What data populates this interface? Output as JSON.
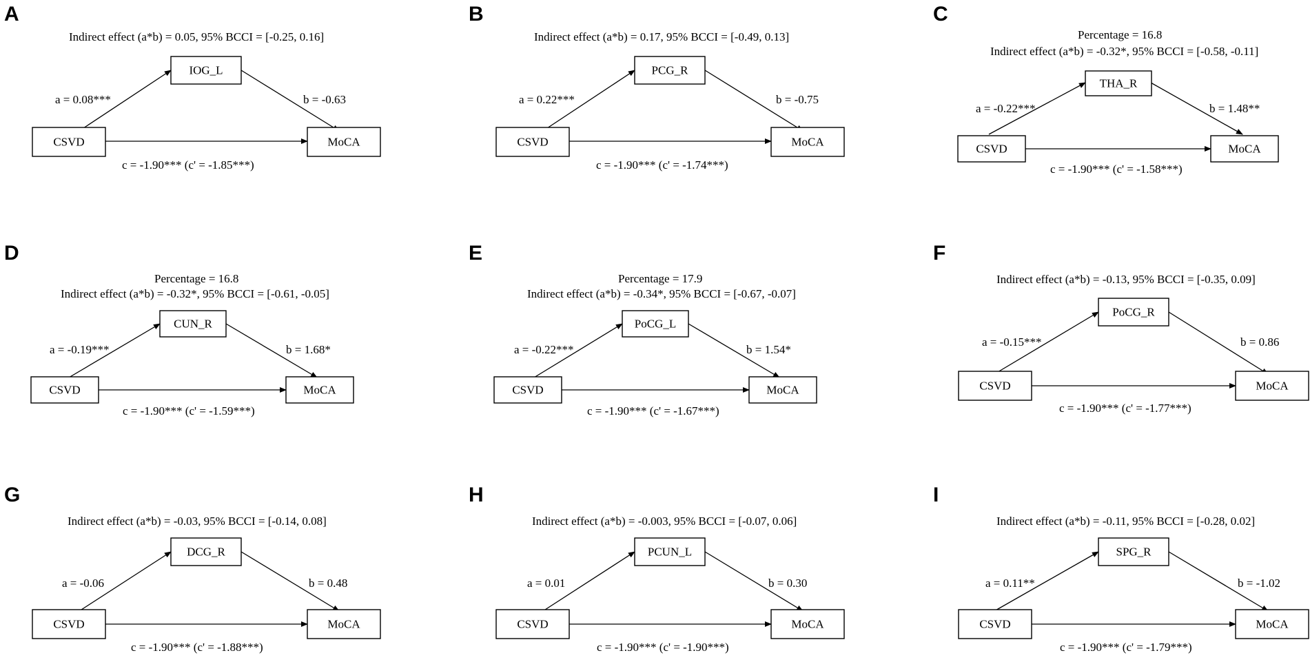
{
  "panels": [
    {
      "letter": "A",
      "mediator": "IOG_L",
      "percentage": "",
      "indirect": "Indirect effect (a*b) = 0.05, 95% BCCI =  [-0.25, 0.16]",
      "a": "a = 0.08***",
      "b": "b = -0.63",
      "c": "c = -1.90*** (c' = -1.85***)",
      "x": "CSVD",
      "y": "MoCA"
    },
    {
      "letter": "B",
      "mediator": "PCG_R",
      "percentage": "",
      "indirect": "Indirect effect (a*b) = 0.17, 95% BCCI =  [-0.49, 0.13]",
      "a": "a = 0.22***",
      "b": "b = -0.75",
      "c": "c = -1.90*** (c' = -1.74***)",
      "x": "CSVD",
      "y": "MoCA"
    },
    {
      "letter": "C",
      "mediator": "THA_R",
      "percentage": "Percentage = 16.8",
      "indirect": "Indirect effect (a*b) = -0.32*, 95% BCCI =  [-0.58, -0.11]",
      "a": "a = -0.22***",
      "b": "b = 1.48**",
      "c": "c = -1.90*** (c' = -1.58***)",
      "x": "CSVD",
      "y": "MoCA"
    },
    {
      "letter": "D",
      "mediator": "CUN_R",
      "percentage": "Percentage = 16.8",
      "indirect": "Indirect effect (a*b) = -0.32*, 95% BCCI =  [-0.61, -0.05]",
      "a": "a = -0.19***",
      "b": "b = 1.68*",
      "c": "c = -1.90*** (c' = -1.59***)",
      "x": "CSVD",
      "y": "MoCA"
    },
    {
      "letter": "E",
      "mediator": "PoCG_L",
      "percentage": "Percentage = 17.9",
      "indirect": "Indirect effect (a*b) = -0.34*, 95% BCCI =  [-0.67, -0.07]",
      "a": "a = -0.22***",
      "b": "b = 1.54*",
      "c": "c = -1.90*** (c' = -1.67***)",
      "x": "CSVD",
      "y": "MoCA"
    },
    {
      "letter": "F",
      "mediator": "PoCG_R",
      "percentage": "",
      "indirect": "Indirect effect (a*b) = -0.13, 95% BCCI =  [-0.35, 0.09]",
      "a": "a = -0.15***",
      "b": "b = 0.86",
      "c": "c = -1.90*** (c' = -1.77***)",
      "x": "CSVD",
      "y": "MoCA"
    },
    {
      "letter": "G",
      "mediator": "DCG_R",
      "percentage": "",
      "indirect": "Indirect effect (a*b) = -0.03, 95% BCCI =  [-0.14, 0.08]",
      "a": "a = -0.06",
      "b": "b = 0.48",
      "c": "c = -1.90*** (c' = -1.88***)",
      "x": "CSVD",
      "y": "MoCA"
    },
    {
      "letter": "H",
      "mediator": "PCUN_L",
      "percentage": "",
      "indirect": "Indirect effect (a*b) = -0.003, 95% BCCI =  [-0.07, 0.06]",
      "a": "a = 0.01",
      "b": "b = 0.30",
      "c": "c = -1.90*** (c' = -1.90***)",
      "x": "CSVD",
      "y": "MoCA"
    },
    {
      "letter": "I",
      "mediator": "SPG_R",
      "percentage": "",
      "indirect": "Indirect effect (a*b) = -0.11, 95% BCCI =  [-0.28, 0.02]",
      "a": "a = 0.11**",
      "b": "b = -1.02",
      "c": "c = -1.90*** (c' = -1.79***)",
      "x": "CSVD",
      "y": "MoCA"
    }
  ]
}
